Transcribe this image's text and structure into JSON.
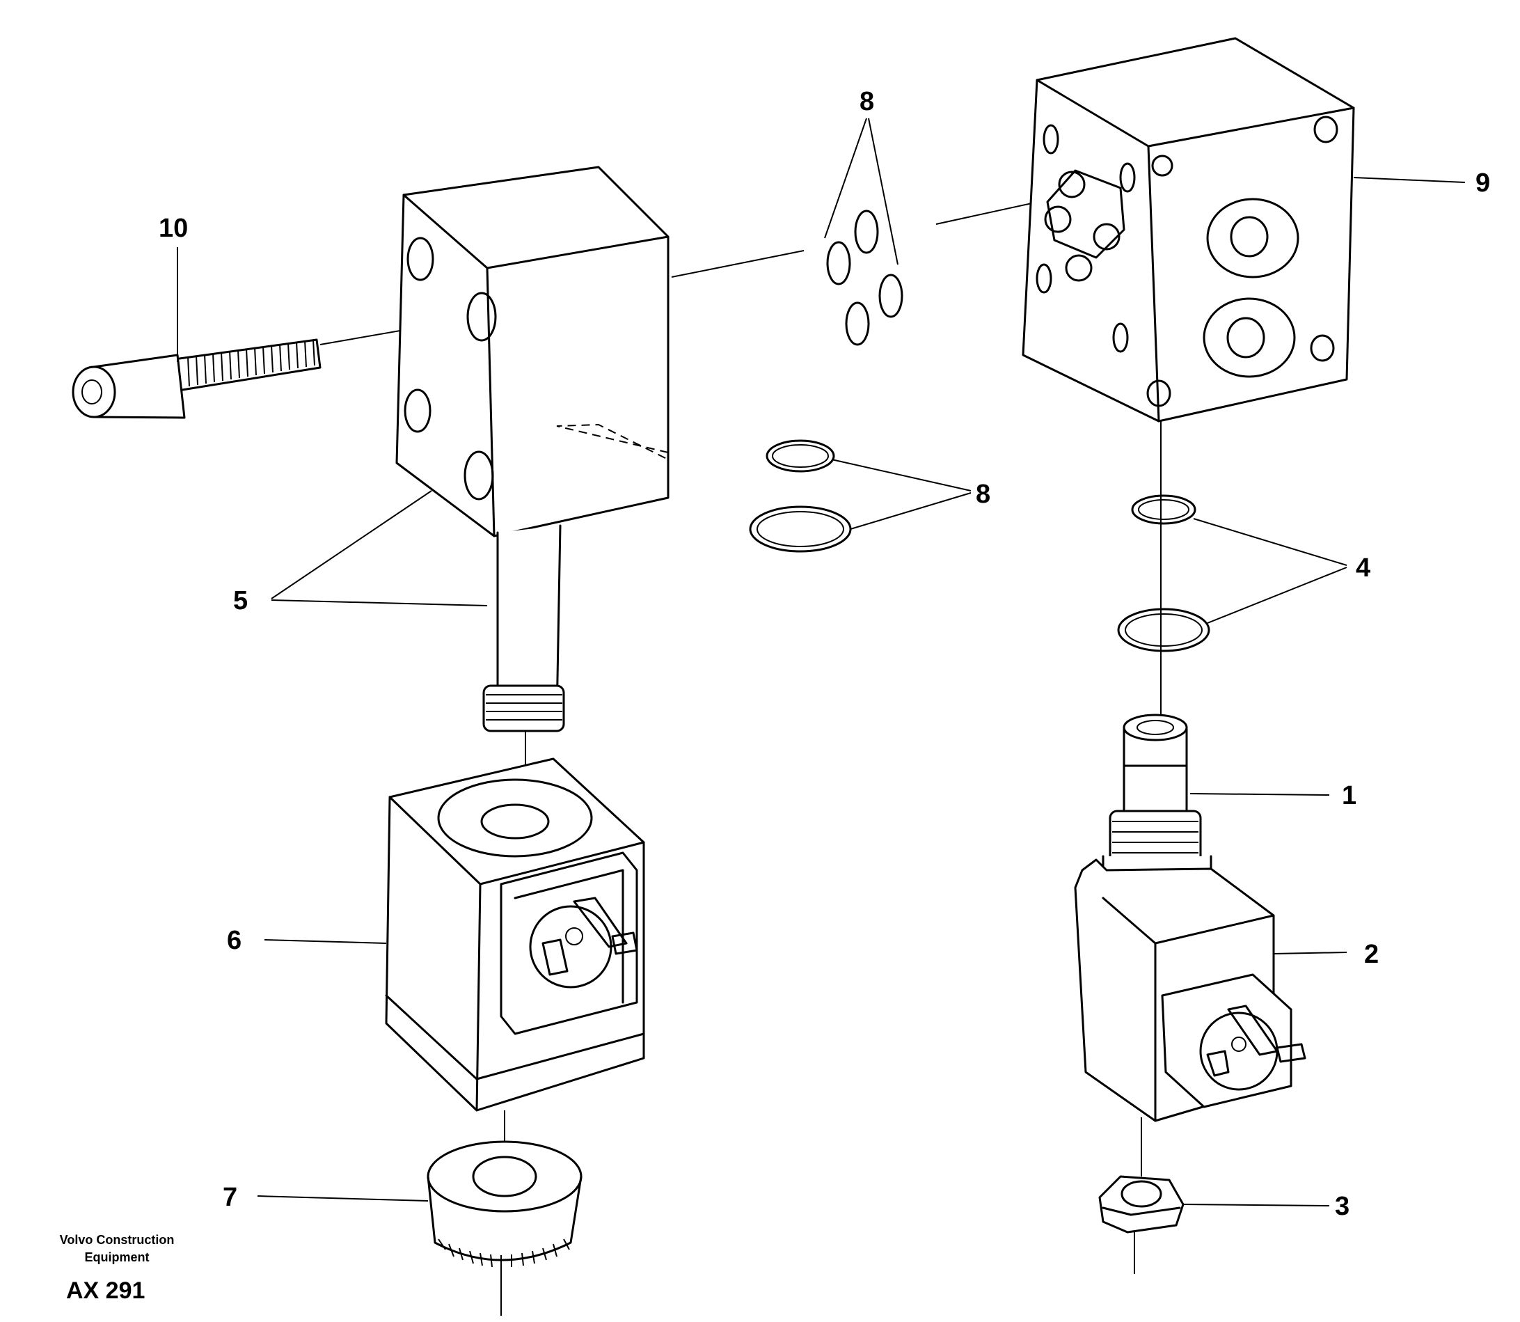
{
  "callouts": {
    "c1": "1",
    "c2": "2",
    "c3": "3",
    "c4": "4",
    "c5": "5",
    "c6": "6",
    "c7": "7",
    "c8a": "8",
    "c8b": "8",
    "c9": "9",
    "c10": "10"
  },
  "footer": {
    "brand_line1": "Volvo Construction",
    "brand_line2": "Equipment",
    "code": "AX 291"
  }
}
